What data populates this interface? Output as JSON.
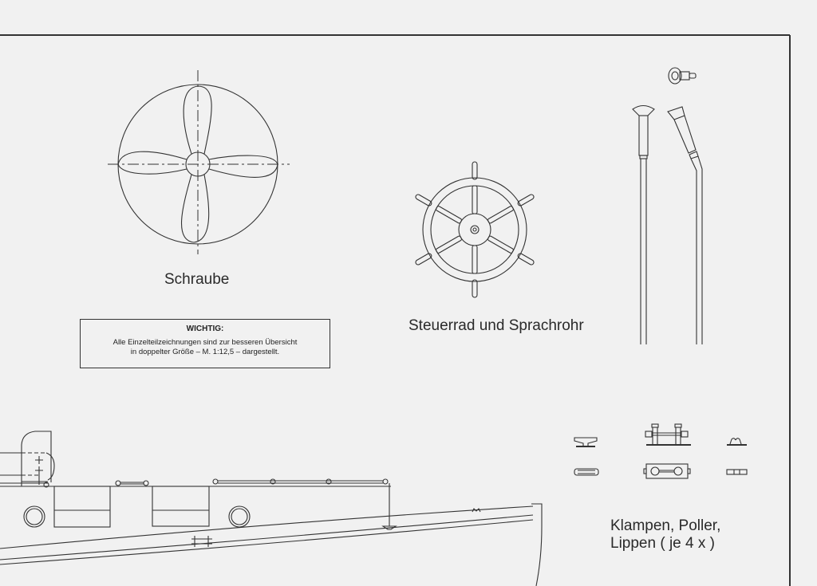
{
  "sheet": {
    "type": "model ship plan detail sheet",
    "background_color": "#f1f1f1",
    "line_color": "#333333"
  },
  "parts": [
    {
      "id": "propeller",
      "label": "Schraube",
      "blades": 4
    },
    {
      "id": "wheel_and_voicepipe",
      "label": "Steuerrad und Sprachrohr",
      "wheel_spokes": 8,
      "voice_pipes": 2
    },
    {
      "id": "fittings",
      "label_line1": "Klampen, Poller,",
      "label_line2": "Lippen ( je 4 x )"
    }
  ],
  "note": {
    "title": "WICHTIG:",
    "line1": "Alle Einzelteilzeichnungen sind zur besseren Übersicht",
    "line2": "in doppelter Größe – M. 1:12,5 – dargestellt."
  },
  "hull_drawing": {
    "portholes": 2,
    "hatches": 2
  }
}
